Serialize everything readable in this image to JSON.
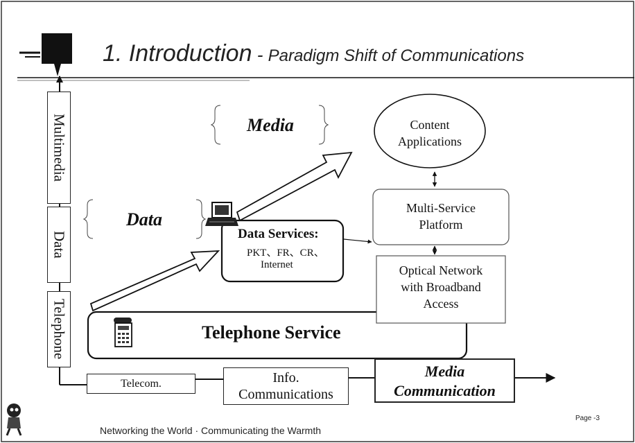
{
  "slide": {
    "title_main": "1. Introduction",
    "title_dash": " - ",
    "title_sub": "Paradigm Shift of Communications",
    "footer_text": "Networking the World · Communicating the Warmth",
    "page_label": "Page -3"
  },
  "axis": {
    "telephone": "Telephone",
    "data": "Data",
    "multimedia": "Multimedia"
  },
  "brackets": {
    "media": "Media",
    "data": "Data"
  },
  "nodes": {
    "content_line1": "Content",
    "content_line2": "Applications",
    "msp_line1": "Multi-Service",
    "msp_line2": "Platform",
    "optical_line1": "Optical Network",
    "optical_line2": "with Broadband",
    "optical_line3": "Access",
    "data_services_title": "Data Services:",
    "data_services_line2": "PKT、FR、CR、",
    "data_services_line3": "Internet",
    "telephone_service": "Telephone Service"
  },
  "timeline": {
    "telecom": "Telecom.",
    "info_line1": "Info.",
    "info_line2": "Communications",
    "media_line1": "Media",
    "media_line2": "Communication"
  },
  "icons": {
    "logo": "black-square-logo",
    "computer": "laptop-computer-icon",
    "phone": "desk-phone-icon",
    "mascot": "mascot-figure-icon"
  }
}
